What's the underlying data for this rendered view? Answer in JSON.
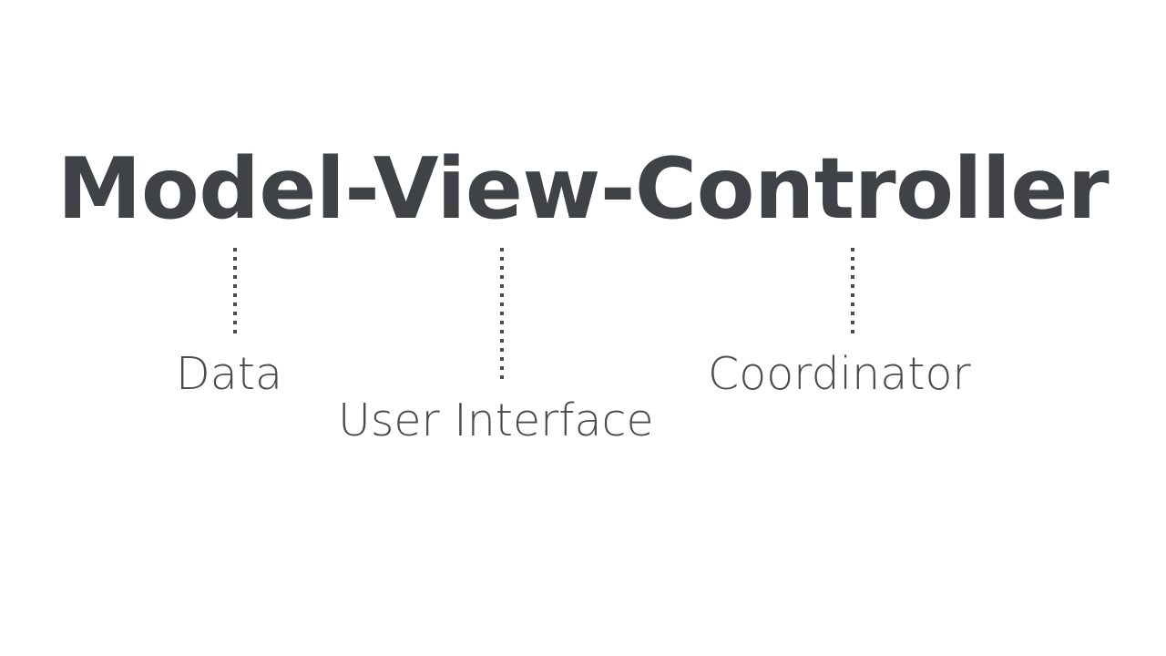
{
  "slide": {
    "background_color": "#ffffff",
    "title": {
      "text": "Model-View-Controller",
      "color": "#3f4246"
    },
    "annotations": [
      {
        "id": "model",
        "term": "Model",
        "label": "Data",
        "color": "#4a4d50",
        "connector": "dotted-vertical-line"
      },
      {
        "id": "view",
        "term": "View",
        "label": "User Interface",
        "color": "#4a4d50",
        "connector": "dotted-vertical-line"
      },
      {
        "id": "controller",
        "term": "Controller",
        "label": "Coordinator",
        "color": "#4a4d50",
        "connector": "dotted-vertical-line"
      }
    ]
  }
}
